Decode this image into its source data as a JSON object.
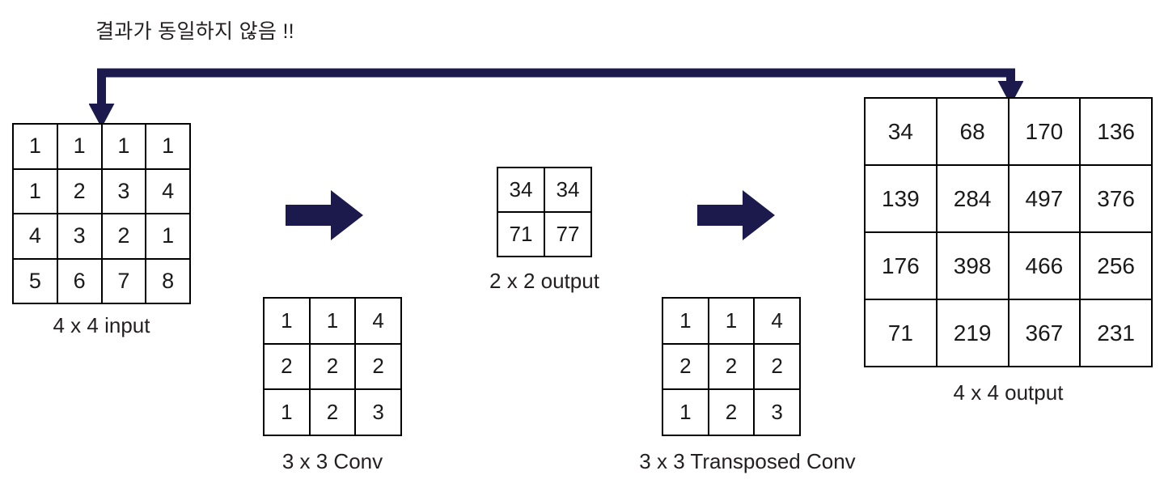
{
  "colors": {
    "accent_navy": "#1c1a4d",
    "line_black": "#000000",
    "text_dark": "#231f20"
  },
  "note": {
    "text": "결과가 동일하지 않음 !!",
    "meaning": "The results are not the same !!"
  },
  "matrices": {
    "input": {
      "caption": "4 x 4 input",
      "rows": 4,
      "cols": 4,
      "values": [
        [
          "1",
          "1",
          "1",
          "1"
        ],
        [
          "1",
          "2",
          "3",
          "4"
        ],
        [
          "4",
          "3",
          "2",
          "1"
        ],
        [
          "5",
          "6",
          "7",
          "8"
        ]
      ]
    },
    "conv_kernel": {
      "caption": "3 x 3 Conv",
      "rows": 3,
      "cols": 3,
      "values": [
        [
          "1",
          "1",
          "4"
        ],
        [
          "2",
          "2",
          "2"
        ],
        [
          "1",
          "2",
          "3"
        ]
      ]
    },
    "mid_output": {
      "caption": "2 x 2 output",
      "rows": 2,
      "cols": 2,
      "values": [
        [
          "34",
          "34"
        ],
        [
          "71",
          "77"
        ]
      ]
    },
    "transposed_kernel": {
      "caption": "3 x 3 Transposed Conv",
      "rows": 3,
      "cols": 3,
      "values": [
        [
          "1",
          "1",
          "4"
        ],
        [
          "2",
          "2",
          "2"
        ],
        [
          "1",
          "2",
          "3"
        ]
      ]
    },
    "final_output": {
      "caption": "4 x 4 output",
      "rows": 4,
      "cols": 4,
      "values": [
        [
          "34",
          "68",
          "170",
          "136"
        ],
        [
          "139",
          "284",
          "497",
          "376"
        ],
        [
          "176",
          "398",
          "466",
          "256"
        ],
        [
          "71",
          "219",
          "367",
          "231"
        ]
      ]
    }
  },
  "arrows": {
    "step1": {
      "name": "conv-arrow",
      "direction": "right"
    },
    "step2": {
      "name": "transposed-conv-arrow",
      "direction": "right"
    },
    "connector": {
      "name": "comparison-connector",
      "from": "final-output-matrix",
      "to": "input-matrix",
      "heads": [
        "down-left",
        "down-right"
      ]
    }
  }
}
